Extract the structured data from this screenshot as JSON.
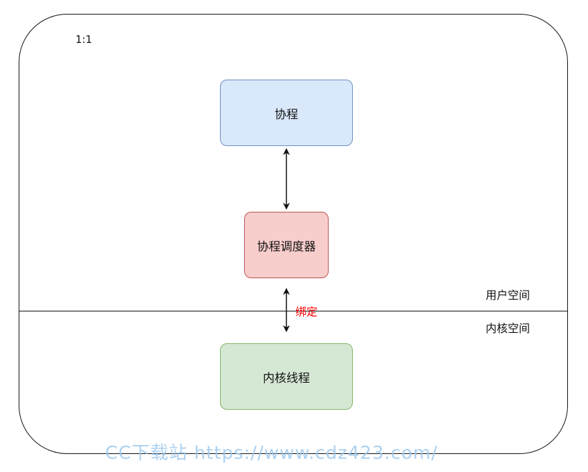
{
  "diagram": {
    "ratio_label": "1:1",
    "nodes": {
      "coroutine": "协程",
      "scheduler": "协程调度器",
      "kernel_thread": "内核线程"
    },
    "edge_label": "绑定",
    "regions": {
      "user_space": "用户空间",
      "kernel_space": "内核空间"
    },
    "colors": {
      "coroutine_fill": "#dae8fc",
      "scheduler_fill": "#f8cecc",
      "kernel_fill": "#d5e8d4",
      "edge_label": "#ff0000"
    }
  },
  "watermark": "CC下载站 https://www.cdz423.com/"
}
